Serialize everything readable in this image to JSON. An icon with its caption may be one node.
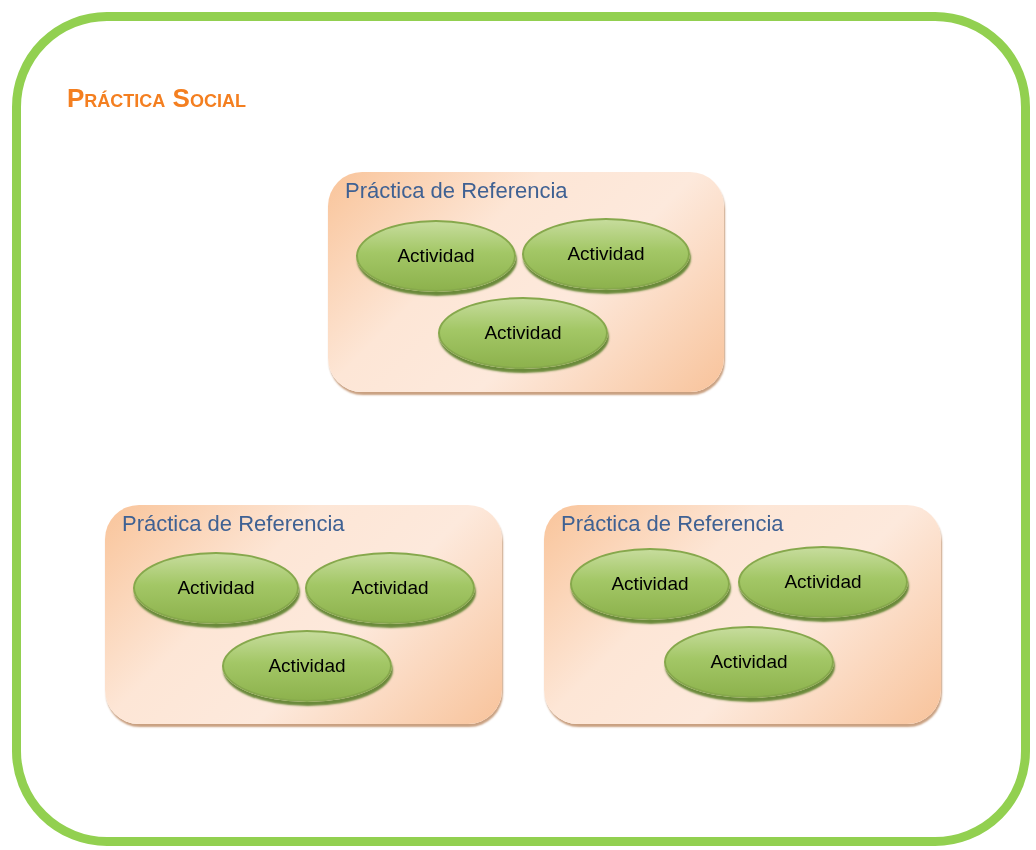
{
  "diagram": {
    "nodes": [
      {
        "text": [
          "Práctica Social"
        ]
      },
      {
        "text": [
          "Práctica de Referencia"
        ],
        "in": 0
      },
      {
        "text": [
          "Actividad"
        ],
        "in": 1
      },
      {
        "text": [
          "Actividad"
        ],
        "in": 1
      },
      {
        "text": [
          "Actividad"
        ],
        "in": 1
      },
      {
        "text": [
          "Práctica de Referencia"
        ],
        "in": 0
      },
      {
        "text": [
          "Actividad"
        ],
        "in": 5
      },
      {
        "text": [
          "Actividad"
        ],
        "in": 5
      },
      {
        "text": [
          "Actividad"
        ],
        "in": 5
      },
      {
        "text": [
          "Práctica de Referencia"
        ],
        "in": 0
      },
      {
        "text": [
          "Actividad"
        ],
        "in": 9
      },
      {
        "text": [
          "Actividad"
        ],
        "in": 9
      },
      {
        "text": [
          "Actividad"
        ],
        "in": 9
      }
    ]
  }
}
